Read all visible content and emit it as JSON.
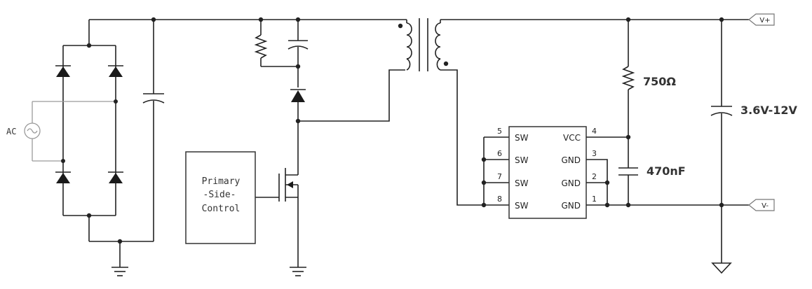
{
  "source": {
    "label": "AC"
  },
  "controller": {
    "line1": "Primary",
    "line2": "-Side-",
    "line3": "Control"
  },
  "ic": {
    "left_pins": [
      {
        "num": "5",
        "name": "SW"
      },
      {
        "num": "6",
        "name": "SW"
      },
      {
        "num": "7",
        "name": "SW"
      },
      {
        "num": "8",
        "name": "SW"
      }
    ],
    "right_pins": [
      {
        "num": "4",
        "name": "VCC"
      },
      {
        "num": "3",
        "name": "GND"
      },
      {
        "num": "2",
        "name": "GND"
      },
      {
        "num": "1",
        "name": "GND"
      }
    ]
  },
  "components": {
    "resistor_value": "750Ω",
    "capacitor_value": "470nF",
    "output_cap_range": "3.6V-12V"
  },
  "terminals": {
    "positive": "V+",
    "negative": "V-"
  }
}
